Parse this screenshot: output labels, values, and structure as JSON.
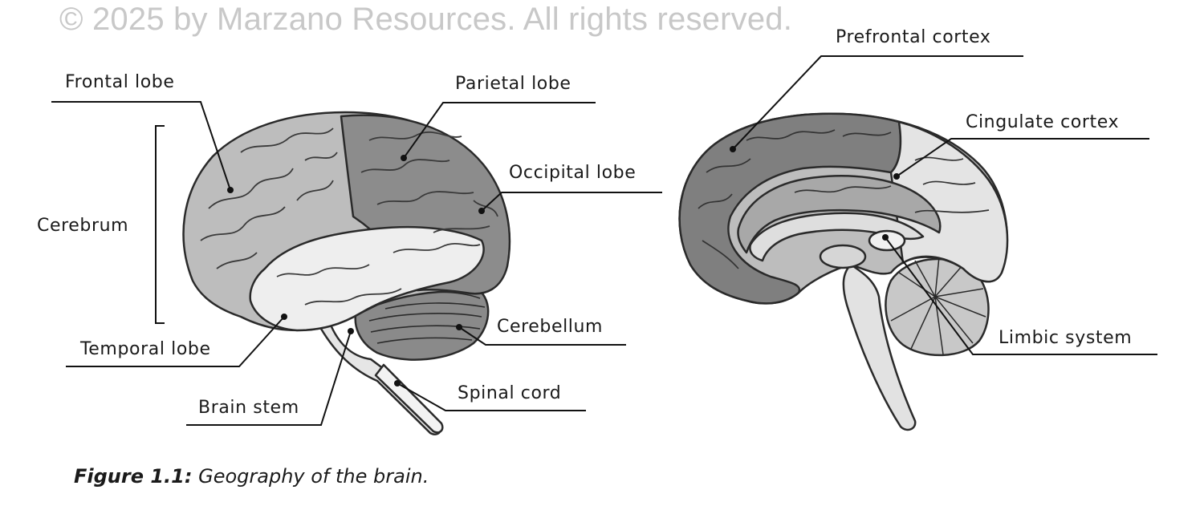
{
  "watermark": "© 2025 by Marzano Resources. All rights reserved.",
  "labels": {
    "frontal_lobe": "Frontal lobe",
    "parietal_lobe": "Parietal lobe",
    "occipital_lobe": "Occipital lobe",
    "cerebrum": "Cerebrum",
    "temporal_lobe": "Temporal lobe",
    "cerebellum": "Cerebellum",
    "brain_stem": "Brain stem",
    "spinal_cord": "Spinal cord",
    "prefrontal_cortex": "Prefrontal cortex",
    "cingulate_cortex": "Cingulate cortex",
    "limbic_system": "Limbic system"
  },
  "caption": {
    "number": "Figure 1.1:",
    "text": "Geography of the brain."
  },
  "colors": {
    "frontal": "#bdbdbd",
    "parietal": "#8c8c8c",
    "temporal": "#eeeeee",
    "cerebellum": "#8a8a8a",
    "stem": "#e6e6e6",
    "prefrontal": "#7f7f7f",
    "cingulate": "#b8b8b8",
    "outline": "#2a2a2a"
  }
}
